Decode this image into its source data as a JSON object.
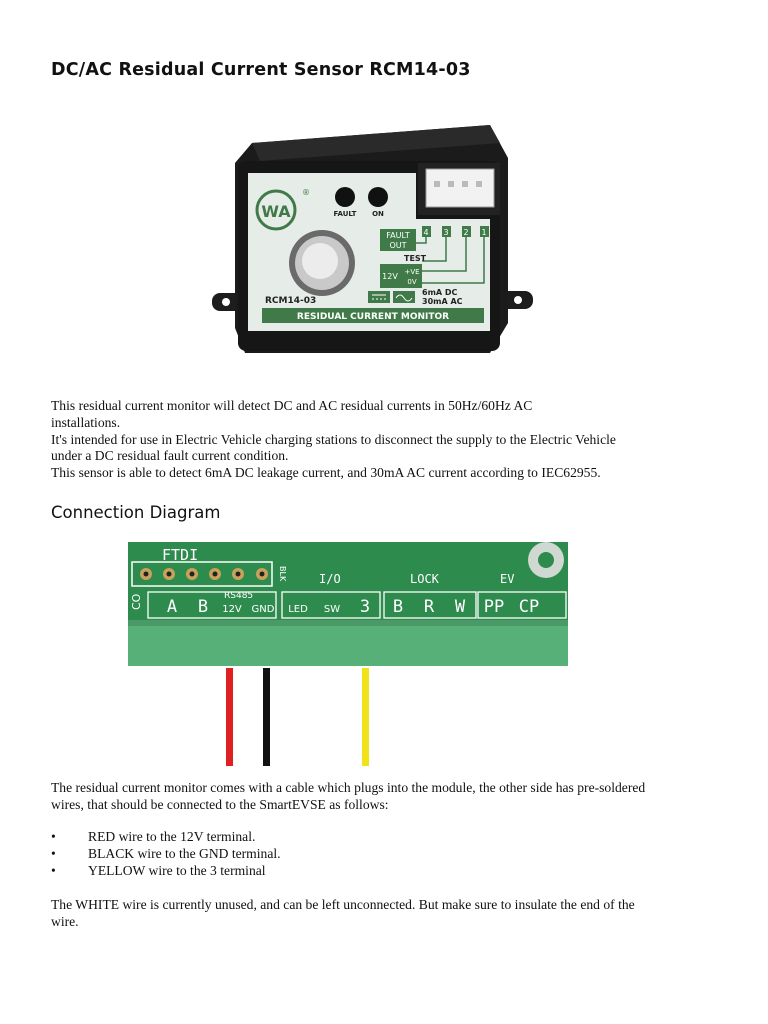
{
  "doc": {
    "title": "DC/AC Residual Current Sensor RCM14-03",
    "intro_lines": [
      "This residual current monitor will detect DC and AC residual currents in 50Hz/60Hz AC",
      "installations.",
      "It's intended for use in Electric Vehicle charging stations to disconnect the supply to the Electric Vehicle",
      "under a DC residual fault current condition.",
      "This sensor is able to detect 6mA DC leakage current, and 30mA AC current according to IEC62955."
    ],
    "connection_heading": "Connection Diagram",
    "cable_lines": [
      "The residual current monitor comes with a cable which plugs into the module, the other side has pre-soldered",
      "wires, that should be connected to the SmartEVSE as follows:"
    ],
    "bullet_marker": "•",
    "bullets": [
      "RED wire to the 12V terminal.",
      "BLACK wire to the GND terminal.",
      "YELLOW wire to the 3 terminal"
    ],
    "white_lines": [
      "The WHITE wire is currently unused, and can be left unconnected. But make sure to insulate the end of the",
      "wire."
    ]
  },
  "sensor_photo": {
    "logo": "WA",
    "logo_mark": "®",
    "led_fault": "FAULT",
    "led_on": "ON",
    "model": "RCM14-03",
    "banner": "RESIDUAL CURRENT MONITOR",
    "fault_out_1": "FAULT",
    "fault_out_2": "OUT",
    "test": "TEST",
    "v12": "12V",
    "ve_plus": "+VE",
    "ve_zero": "0V",
    "pins": [
      "4",
      "3",
      "2",
      "1"
    ],
    "spec_dc": "6mA DC",
    "spec_ac": "30mA AC",
    "colors": {
      "body": "#1a1a1a",
      "label": "#e6ece7",
      "green": "#3f7a48",
      "ring": "#bfbfbf"
    }
  },
  "pcb": {
    "ftdi": "FTDI",
    "blk": "BLK",
    "io": "I/O",
    "lock": "LOCK",
    "ev": "EV",
    "rs485": "RS485",
    "co": "CO",
    "terminals": [
      "A",
      "B",
      "12V",
      "GND",
      "LED",
      "SW",
      "3",
      "B",
      "R",
      "W",
      "PP",
      "CP"
    ],
    "wires": [
      "red",
      "black",
      "yellow"
    ],
    "colors": {
      "board": "#2e8b4e",
      "block": "#56b077",
      "red": "#e02020",
      "black": "#111111",
      "yellow": "#f2e21a"
    }
  }
}
